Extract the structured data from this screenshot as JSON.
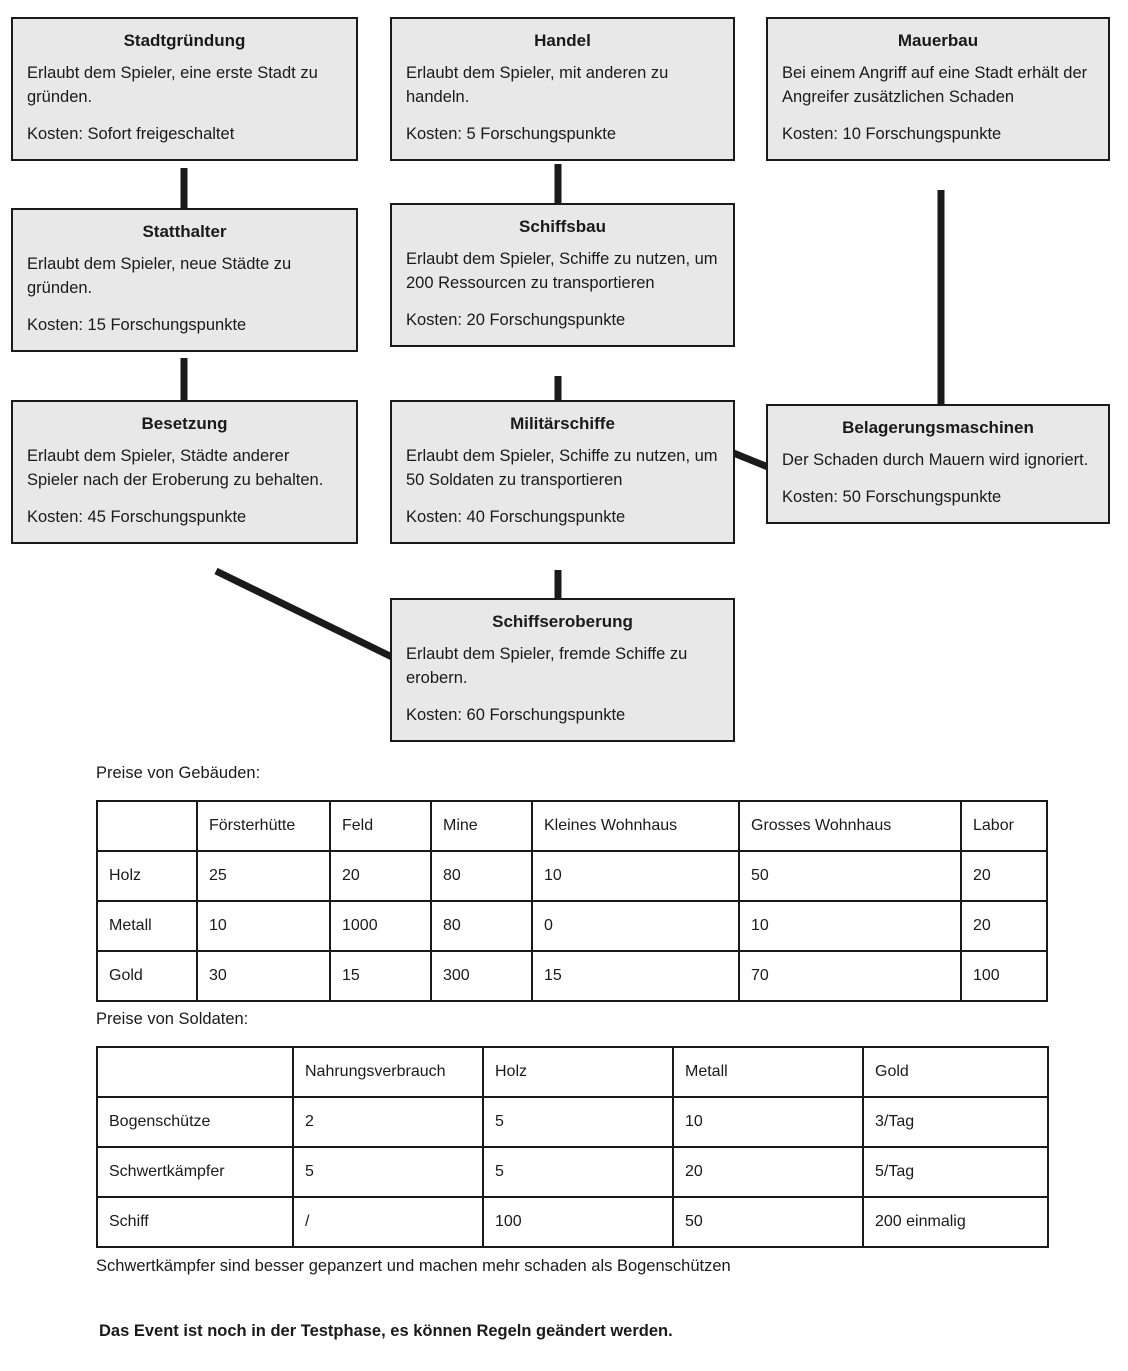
{
  "tech_tree": {
    "nodes": [
      {
        "id": "stadtgruendung",
        "title": "Stadtgründung",
        "desc": "Erlaubt dem Spieler, eine erste Stadt zu gründen.",
        "cost": "Kosten: Sofort freigeschaltet"
      },
      {
        "id": "statthalter",
        "title": "Statthalter",
        "desc": "Erlaubt dem Spieler, neue Städte zu gründen.",
        "cost": "Kosten: 15 Forschungspunkte"
      },
      {
        "id": "besetzung",
        "title": "Besetzung",
        "desc": "Erlaubt dem Spieler, Städte anderer Spieler nach der Eroberung zu behalten.",
        "cost": "Kosten: 45 Forschungspunkte"
      },
      {
        "id": "handel",
        "title": "Handel",
        "desc": "Erlaubt dem Spieler, mit anderen zu handeln.",
        "cost": "Kosten: 5 Forschungspunkte"
      },
      {
        "id": "schiffsbau",
        "title": "Schiffsbau",
        "desc": "Erlaubt dem Spieler, Schiffe zu nutzen, um 200 Ressourcen zu transportieren",
        "cost": "Kosten: 20 Forschungspunkte"
      },
      {
        "id": "militaerschiffe",
        "title": "Militärschiffe",
        "desc": "Erlaubt dem Spieler, Schiffe zu nutzen, um 50 Soldaten zu transportieren",
        "cost": "Kosten: 40 Forschungspunkte"
      },
      {
        "id": "schiffseroberung",
        "title": "Schiffseroberung",
        "desc": "Erlaubt dem Spieler, fremde Schiffe zu erobern.",
        "cost": "Kosten: 60 Forschungspunkte"
      },
      {
        "id": "mauerbau",
        "title": "Mauerbau",
        "desc": "Bei einem Angriff auf eine Stadt erhält der Angreifer zusätzlichen Schaden",
        "cost": "Kosten: 10 Forschungspunkte"
      },
      {
        "id": "belagerungsmaschinen",
        "title": "Belagerungsmaschinen",
        "desc": "Der Schaden durch Mauern wird ignoriert.",
        "cost": "Kosten: 50 Forschungspunkte"
      }
    ]
  },
  "buildings": {
    "caption": "Preise von Gebäuden:",
    "columns": [
      "",
      "Försterhütte",
      "Feld",
      "Mine",
      "Kleines Wohnhaus",
      "Grosses Wohnhaus",
      "Labor"
    ],
    "rows": [
      {
        "label": "Holz",
        "values": [
          "25",
          "20",
          "80",
          "10",
          "50",
          "20"
        ]
      },
      {
        "label": "Metall",
        "values": [
          "10",
          "1000",
          "80",
          "0",
          "10",
          "20"
        ]
      },
      {
        "label": "Gold",
        "values": [
          "30",
          "15",
          "300",
          "15",
          "70",
          "100"
        ]
      }
    ]
  },
  "soldiers": {
    "caption": "Preise von Soldaten:",
    "columns": [
      "",
      "Nahrungsverbrauch",
      "Holz",
      "Metall",
      "Gold"
    ],
    "rows": [
      {
        "label": "Bogenschütze",
        "values": [
          "2",
          "5",
          "10",
          "3/Tag"
        ]
      },
      {
        "label": "Schwertkämpfer",
        "values": [
          "5",
          "5",
          "20",
          "5/Tag"
        ]
      },
      {
        "label": "Schiff",
        "values": [
          "/",
          "100",
          "50",
          "200 einmalig"
        ]
      }
    ]
  },
  "notes": {
    "soldier_note": "Schwertkämpfer sind besser gepanzert und machen mehr schaden als Bogenschützen",
    "testphase_note": "Das Event ist noch in der Testphase, es können Regeln geändert werden."
  },
  "colors": {
    "node_fill": "#e8e8e8",
    "line": "#1a1a1a"
  }
}
